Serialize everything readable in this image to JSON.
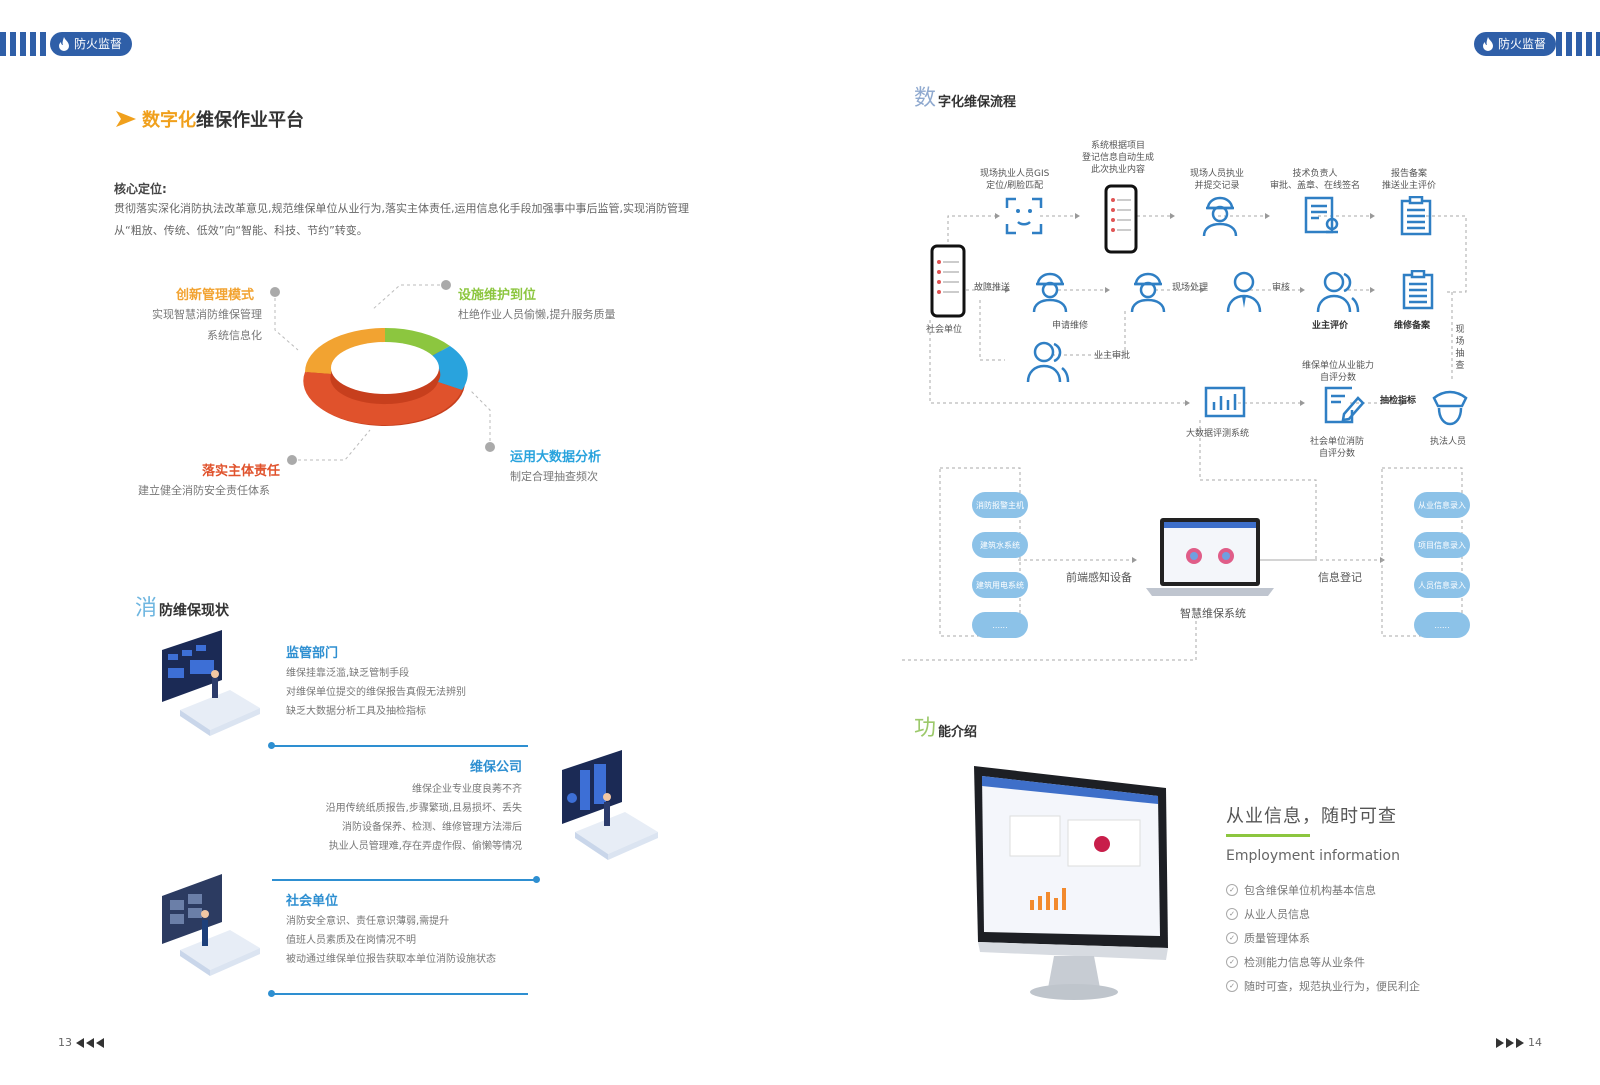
{
  "header": {
    "badge_left": "防火监督",
    "badge_right": "防火监督"
  },
  "left": {
    "title_highlight": "数字化",
    "title_rest": "维保作业平台",
    "core_label": "核心定位:",
    "core_text": "贯彻落实深化消防执法改革意见,规范维保单位从业行为,落实主体责任,运用信息化手段加强事中事后监管,实现消防管理从“粗放、传统、低效”向“智能、科技、节约”转变。",
    "ring": {
      "tl_label": "创新管理模式",
      "tl_desc1": "实现智慧消防维保管理",
      "tl_desc2": "系统信息化",
      "tr_label": "设施维护到位",
      "tr_desc": "杜绝作业人员偷懒,提升服务质量",
      "br_label": "运用大数据分析",
      "br_desc": "制定合理抽查频次",
      "bl_label": "落实主体责任",
      "bl_desc": "建立健全消防安全责任体系",
      "colors": {
        "green": "#8cc63f",
        "blue": "#29a3dd",
        "red": "#e0522c",
        "orange": "#f2a331"
      }
    },
    "status_title_big": "消",
    "status_title": "防维保现状",
    "status": [
      {
        "title": "监管部门",
        "lines": [
          "维保挂靠泛滥,缺乏管制手段",
          "对维保单位提交的维保报告真假无法辨别",
          "缺乏大数据分析工具及抽检指标"
        ]
      },
      {
        "title": "维保公司",
        "lines": [
          "维保企业专业度良莠不齐",
          "沿用传统纸质报告,步骤繁琐,且易损坏、丢失",
          "消防设备保养、检测、维修管理方法滞后",
          "执业人员管理难,存在弄虚作假、偷懒等情况"
        ]
      },
      {
        "title": "社会单位",
        "lines": [
          "消防安全意识、责任意识薄弱,需提升",
          "值班人员素质及在岗情况不明",
          "被动通过维保单位报告获取本单位消防设施状态"
        ]
      }
    ],
    "page_num": "13"
  },
  "right": {
    "flow_title_big": "数",
    "flow_title": "字化维保流程",
    "flow": {
      "gis": [
        "现场执业人员GIS",
        "定位/刷脸匹配"
      ],
      "sys_gen": [
        "系统根据项目",
        "登记信息自动生成",
        "此次执业内容"
      ],
      "onsite_exec": [
        "现场人员执业",
        "并提交记录"
      ],
      "tech_head": [
        "技术负责人",
        "审批、盖章、在线签名"
      ],
      "report": [
        "报告备案",
        "推送业主评价"
      ],
      "social_unit": "社会单位",
      "fault_push": "故障推送",
      "apply_repair": "申请维修",
      "owner_approve": "业主审批",
      "onsite_handle": "现场处理",
      "review": "审核",
      "owner_eval": "业主评价",
      "repair_file": "维修备案",
      "spot_check": "现场抽查",
      "self_eval1": [
        "维保单位从业能力",
        "自评分数"
      ],
      "bigdata": "大数据评测系统",
      "self_eval2": [
        "社会单位消防",
        "自评分数"
      ],
      "check_index": "抽检指标",
      "law": "执法人员",
      "left_pills": [
        "消防报警主机",
        "建筑水系统",
        "建筑用电系统",
        "......"
      ],
      "right_pills": [
        "从业信息录入",
        "项目信息录入",
        "人员信息录入",
        "......"
      ],
      "front_sense": "前端感知设备",
      "info_reg": "信息登记",
      "smart_sys": "智慧维保系统"
    },
    "func_title_big": "功",
    "func_title": "能介绍",
    "feature": {
      "title": "从业信息，随时可查",
      "subtitle": "Employment information",
      "items": [
        "包含维保单位机构基本信息",
        "从业人员信息",
        "质量管理体系",
        "检测能力信息等从业条件",
        "随时可查，规范执业行为，便民利企"
      ]
    },
    "page_num": "14"
  },
  "colors": {
    "brand_blue": "#2f5fa8",
    "accent_blue": "#2e8fd1",
    "orange": "#f0a01c",
    "icon_blue": "#2f7fc4"
  }
}
